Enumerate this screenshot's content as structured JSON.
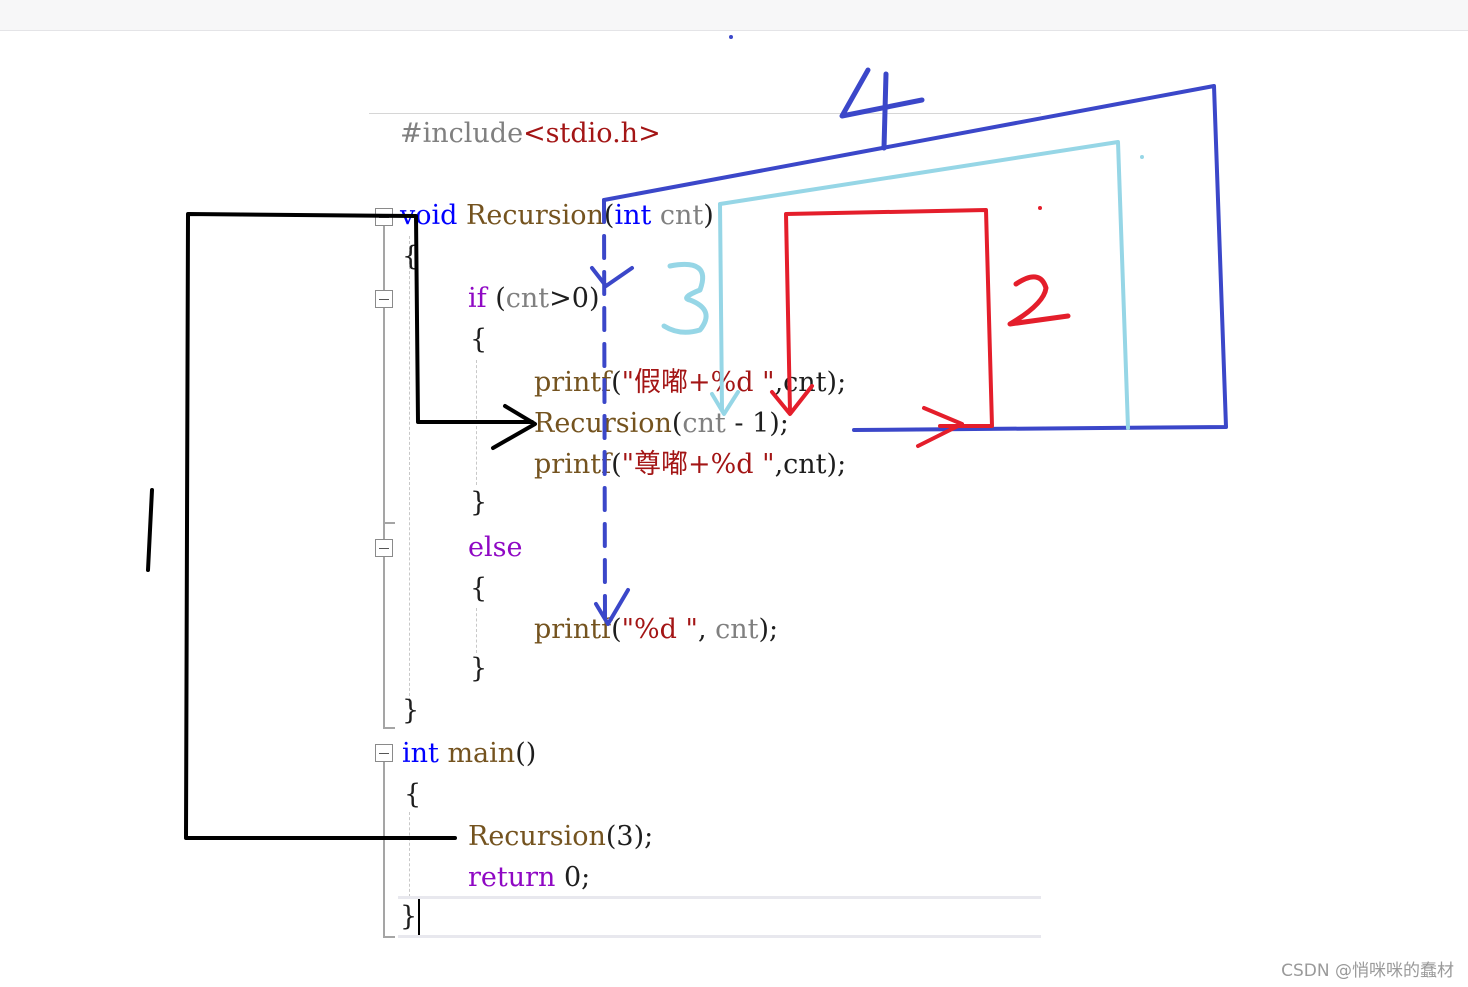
{
  "code": {
    "include": {
      "directive": "#include",
      "header": "<stdio.h>"
    },
    "recursion_sig": {
      "ret": "void",
      "name": " Recursion",
      "open": "(",
      "ptype": "int",
      "pname": " cnt",
      "close": ")"
    },
    "open_brace_1": "{",
    "if_line": {
      "kw": "if",
      "open": " (",
      "var": "cnt",
      "rest": ">0)"
    },
    "open_brace_2": "{",
    "printf_1": {
      "fn": "printf",
      "open": "(",
      "str": "\"假嘟+%d \"",
      "rest": ",cnt);"
    },
    "recursion_call": {
      "fn": "Recursion",
      "open": "(",
      "var": "cnt",
      "rest": " - 1);"
    },
    "printf_2": {
      "fn": "printf",
      "open": "(",
      "str": "\"尊嘟+%d \"",
      "rest": ",cnt);"
    },
    "close_brace_2": "}",
    "else_kw": "else",
    "open_brace_3": "{",
    "printf_3": {
      "fn": "printf",
      "open": "(",
      "str": "\"%d \"",
      "comma": ", ",
      "var": "cnt",
      "rest": ");"
    },
    "close_brace_3": "}",
    "close_brace_1": "}",
    "main_sig": {
      "ret": "int",
      "name": " main",
      "parens": "()"
    },
    "open_brace_main": "{",
    "main_call": {
      "fn": "Recursion",
      "rest": "(3);"
    },
    "return_line": {
      "kw": "return",
      "rest": " 0;"
    },
    "close_brace_main": "}"
  },
  "annotations": {
    "label_1": "1",
    "label_2": "2",
    "label_3": "3",
    "label_4": "4",
    "color_black": "#000000",
    "color_red": "#e41e2b",
    "color_lightblue": "#96d6e6",
    "color_blue": "#3b47c9"
  },
  "watermark": "CSDN @悄咪咪的蠢材"
}
